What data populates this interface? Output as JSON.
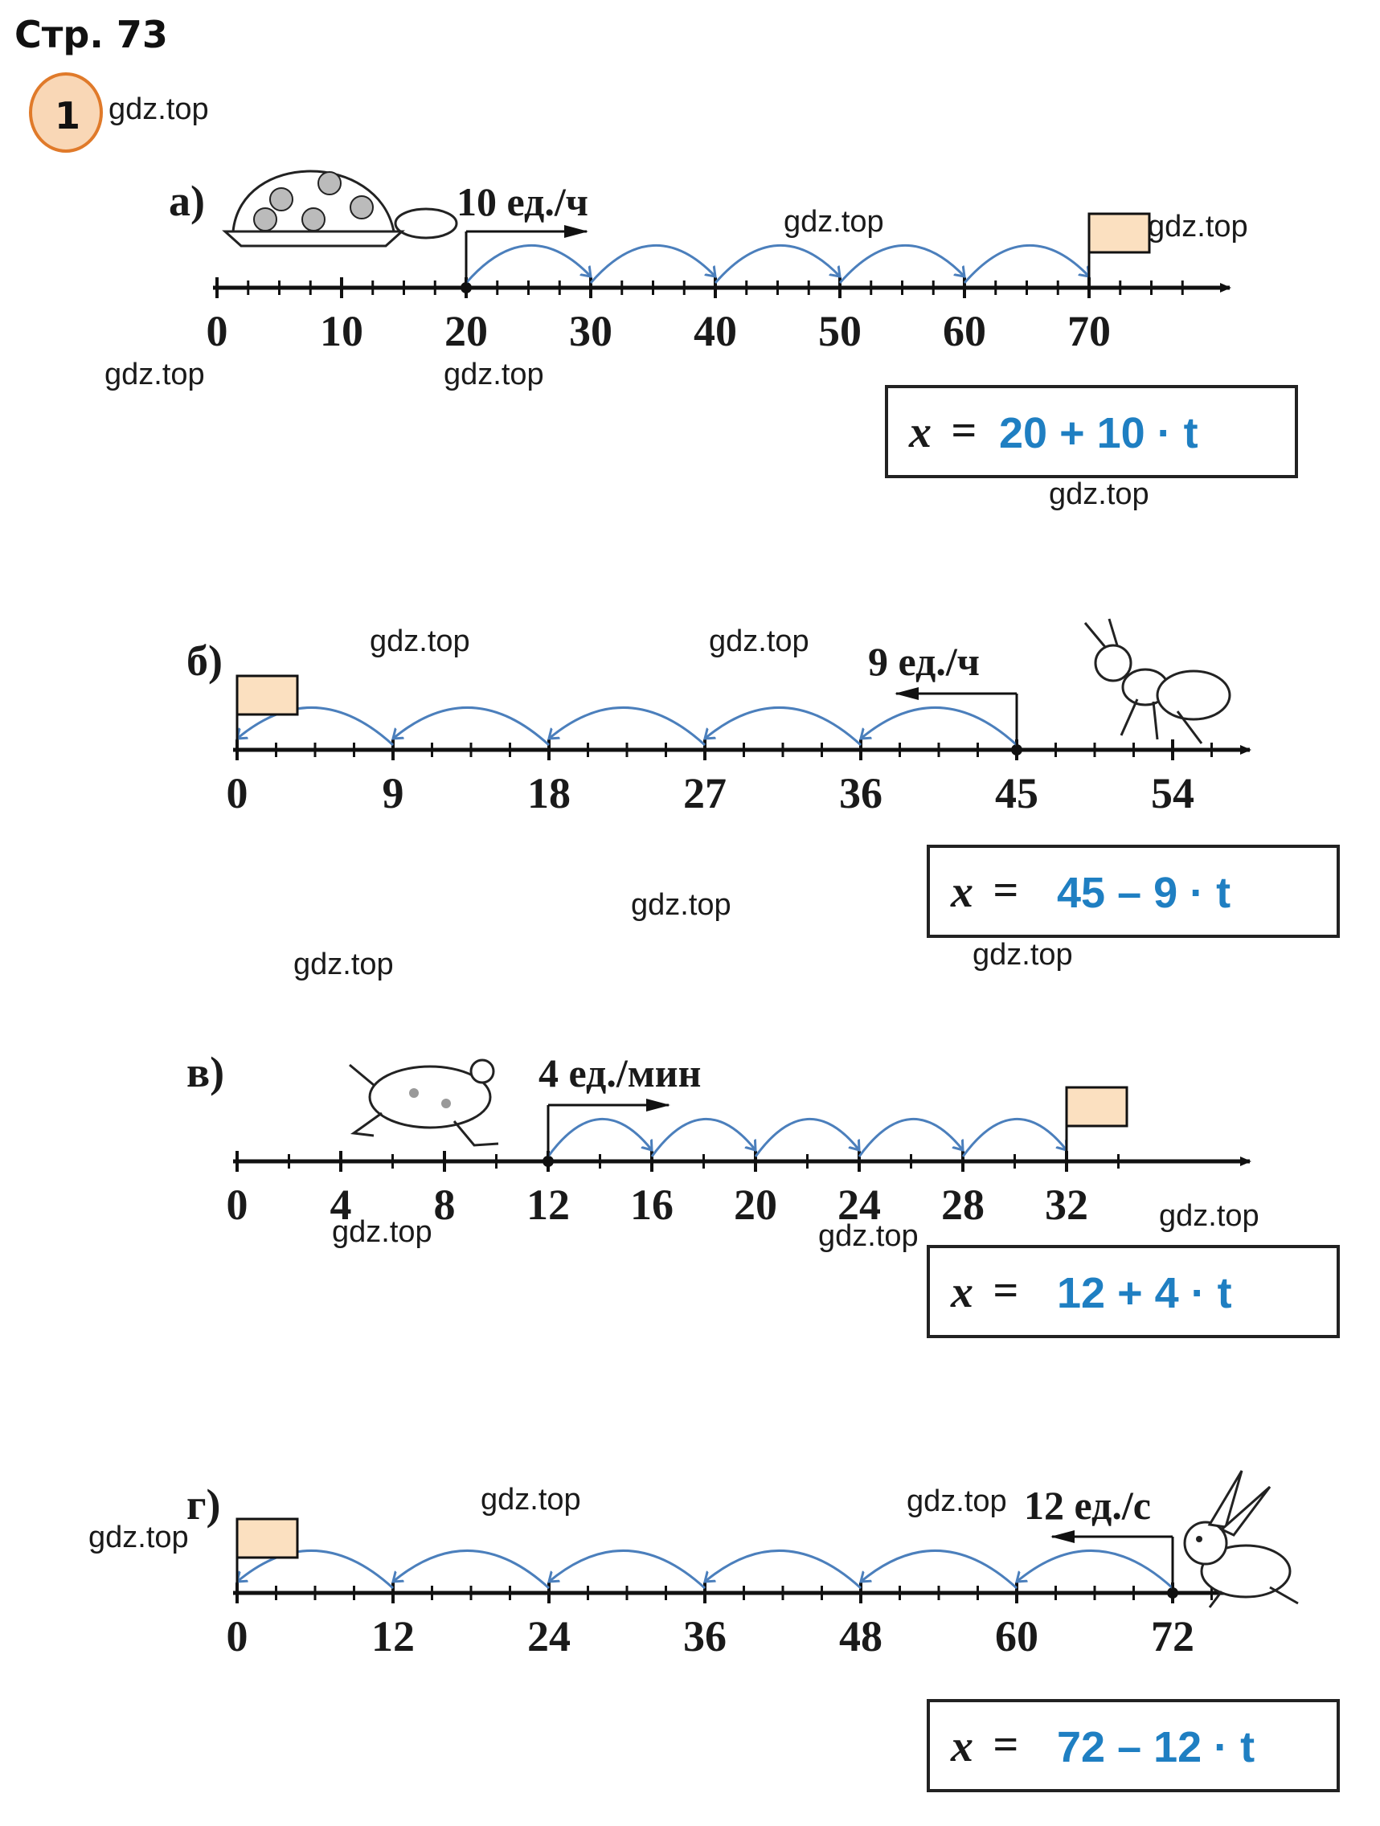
{
  "page_title": "Стр. 73",
  "task_number": "1",
  "watermark": "gdz.top",
  "colors": {
    "arc": "#4b7fbc",
    "formula": "#1f7fc2",
    "flag": "#fbe0c0",
    "badge_fill": "#f9d7b6",
    "badge_border": "#e07a2a"
  },
  "problems": [
    {
      "label": "а)",
      "speed": "10 ед./ч",
      "ticks": [
        "0",
        "10",
        "20",
        "30",
        "40",
        "50",
        "60",
        "70"
      ],
      "animal": "turtle-icon",
      "direction": "right",
      "start": "20",
      "finish": "70",
      "formula_x": "x",
      "formula_eq": "=",
      "formula": "20 + 10 · t"
    },
    {
      "label": "б)",
      "speed": "9 ед./ч",
      "ticks": [
        "0",
        "9",
        "18",
        "27",
        "36",
        "45",
        "54"
      ],
      "animal": "ant-icon",
      "direction": "left",
      "start": "45",
      "finish": "0",
      "formula_x": "x",
      "formula_eq": "=",
      "formula": "45 – 9 · t"
    },
    {
      "label": "в)",
      "speed": "4 ед./мин",
      "ticks": [
        "0",
        "4",
        "8",
        "12",
        "16",
        "20",
        "24",
        "28",
        "32"
      ],
      "animal": "frog-icon",
      "direction": "right",
      "start": "12",
      "finish": "32",
      "formula_x": "x",
      "formula_eq": "=",
      "formula": "12 + 4 · t"
    },
    {
      "label": "г)",
      "speed": "12 ед./с",
      "ticks": [
        "0",
        "12",
        "24",
        "36",
        "48",
        "60",
        "72"
      ],
      "animal": "rabbit-icon",
      "direction": "left",
      "start": "72",
      "finish": "0",
      "formula_x": "x",
      "formula_eq": "=",
      "formula": "72 – 12 · t"
    }
  ]
}
